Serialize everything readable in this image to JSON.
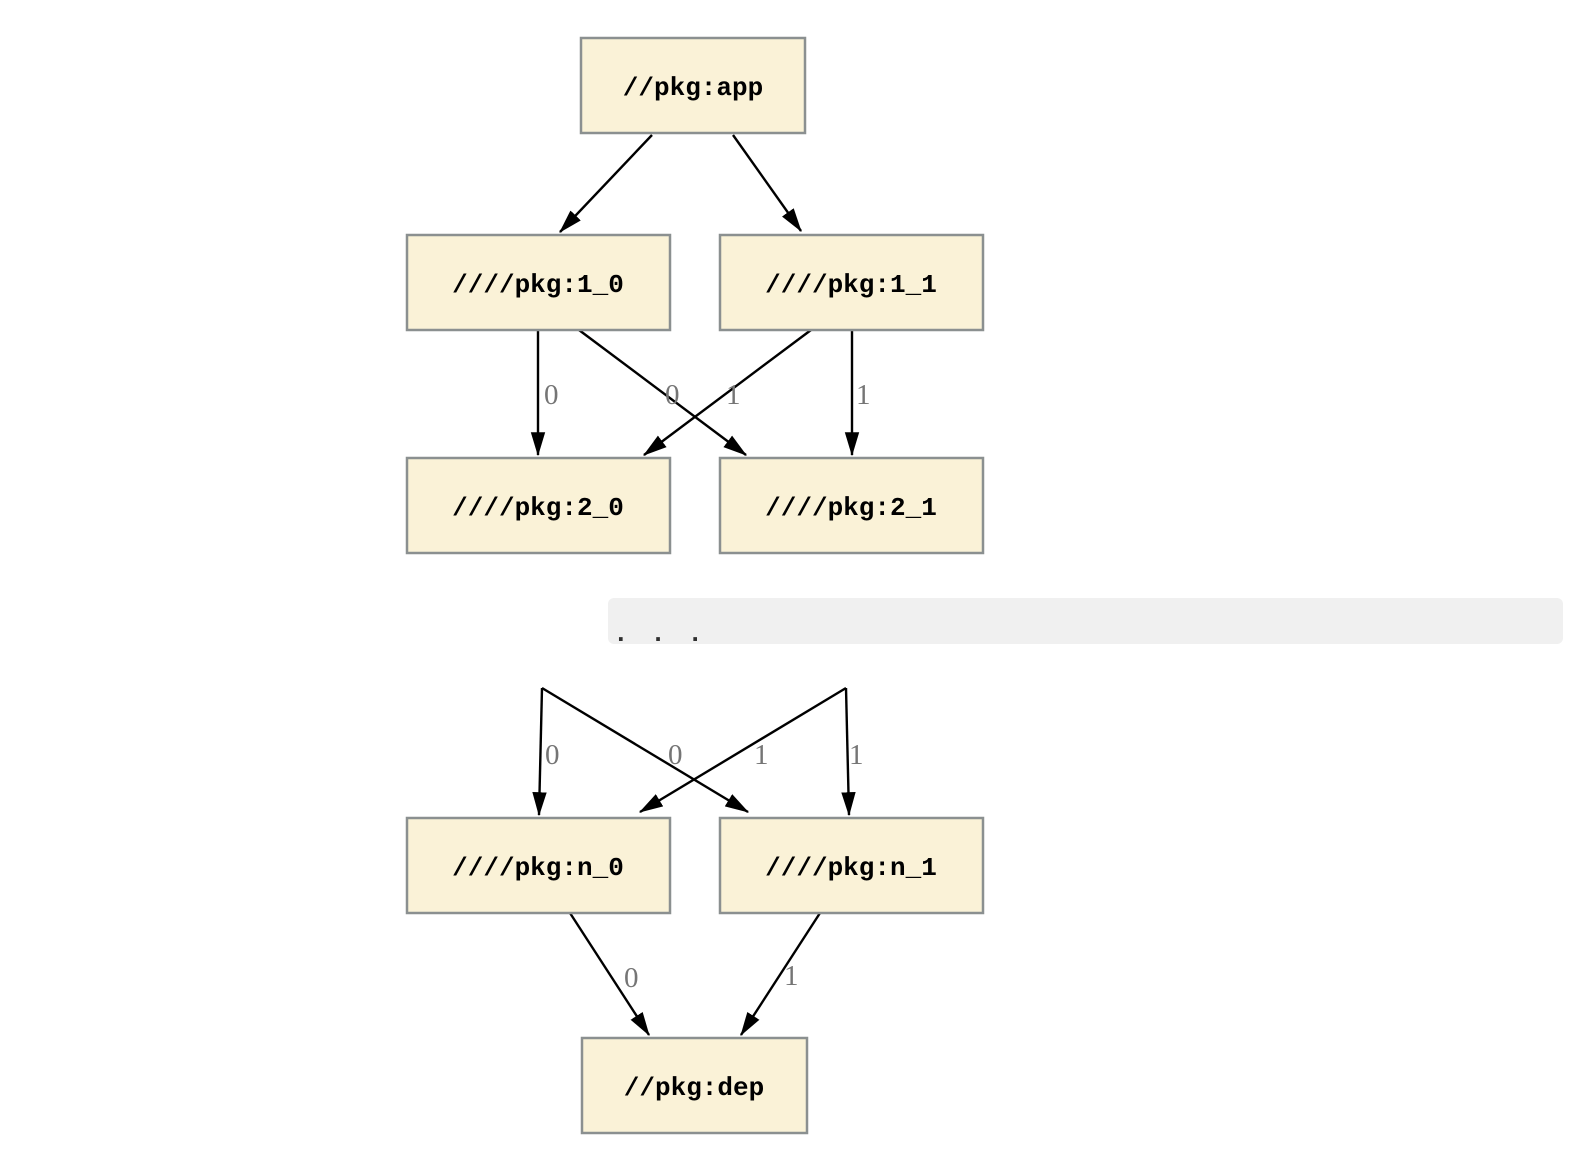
{
  "diagram": {
    "type": "dependency-graph",
    "nodes": {
      "app": {
        "label": "//pkg:app"
      },
      "one_0": {
        "label": "////pkg:1_0"
      },
      "one_1": {
        "label": "////pkg:1_1"
      },
      "two_0": {
        "label": "////pkg:2_0"
      },
      "two_1": {
        "label": "////pkg:2_1"
      },
      "n_0": {
        "label": "////pkg:n_0"
      },
      "n_1": {
        "label": "////pkg:n_1"
      },
      "dep": {
        "label": "//pkg:dep"
      }
    },
    "ellipsis": ". . .",
    "edges": [
      {
        "from": "//pkg:app",
        "to": "////pkg:1_0",
        "label": ""
      },
      {
        "from": "//pkg:app",
        "to": "////pkg:1_1",
        "label": ""
      },
      {
        "from": "////pkg:1_0",
        "to": "////pkg:2_0",
        "label": "0"
      },
      {
        "from": "////pkg:1_0",
        "to": "////pkg:2_1",
        "label": "0"
      },
      {
        "from": "////pkg:1_1",
        "to": "////pkg:2_0",
        "label": "1"
      },
      {
        "from": "////pkg:1_1",
        "to": "////pkg:2_1",
        "label": "1"
      },
      {
        "from": "...",
        "to": "////pkg:n_0",
        "label": "0"
      },
      {
        "from": "...",
        "to": "////pkg:n_1",
        "label": "0"
      },
      {
        "from": "...",
        "to": "////pkg:n_0",
        "label": "1"
      },
      {
        "from": "...",
        "to": "////pkg:n_1",
        "label": "1"
      },
      {
        "from": "////pkg:n_0",
        "to": "//pkg:dep",
        "label": "0"
      },
      {
        "from": "////pkg:n_1",
        "to": "//pkg:dep",
        "label": "1"
      }
    ],
    "colors": {
      "background": "#ffffff",
      "node_fill": "#faf2d7",
      "node_border": "#8b9090",
      "edge": "#000000",
      "edge_label": "#757575",
      "band_fill": "#f0f0f0",
      "dots": "#2f2f2f"
    }
  }
}
